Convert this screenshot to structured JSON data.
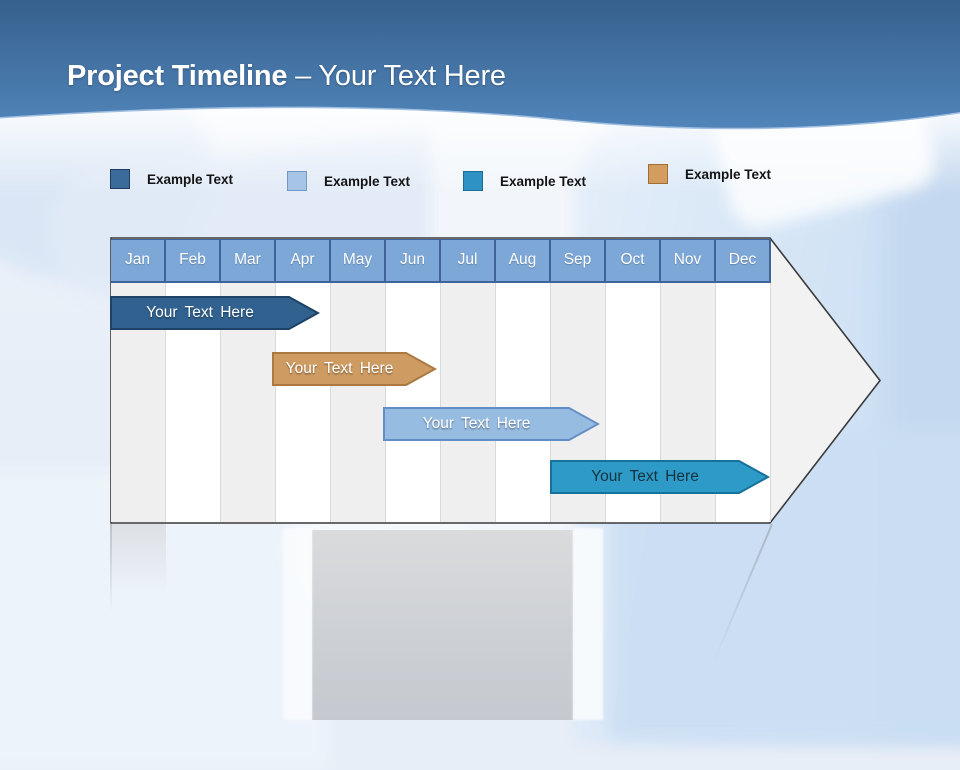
{
  "header": {
    "title_bold": "Project Timeline",
    "title_rest": "– Your Text Here"
  },
  "legend": {
    "items": [
      {
        "label": "Example Text",
        "color": "#3A6B9B",
        "border": "#1F3C5F"
      },
      {
        "label": "Example Text",
        "color": "#A6C5E6",
        "border": "#7498C4"
      },
      {
        "label": "Example Text",
        "color": "#2E93C4",
        "border": "#1C6C94"
      },
      {
        "label": "Example Text",
        "color": "#D39D60",
        "border": "#A06F38"
      }
    ]
  },
  "chart_data": {
    "type": "bar",
    "subtype": "gantt-timeline",
    "title": "Project Timeline – Your Text Here",
    "categories": [
      "Jan",
      "Feb",
      "Mar",
      "Apr",
      "May",
      "Jun",
      "Jul",
      "Aug",
      "Sep",
      "Oct",
      "Nov",
      "Dec"
    ],
    "axis_range_months": [
      0,
      12
    ],
    "grid": "alternating-month-columns",
    "column_fill_odd": "#EFEFEF",
    "column_fill_even": "#FFFFFF",
    "header_fill": "#7CA7D6",
    "header_text_color": "#FFFFFF",
    "arrow_fill": "#F2F2F2",
    "arrow_outline": "#3A3A3A",
    "bars": [
      {
        "label": "Your Text Here",
        "start_month": 0.0,
        "end_month": 3.82,
        "fill": "#30618F",
        "border": "#1D4265",
        "text_color": "#FFFFFF"
      },
      {
        "label": "Your Text Here",
        "start_month": 2.95,
        "end_month": 5.95,
        "fill": "#CE9B62",
        "border": "#AA7A42",
        "text_color": "#FFFFFF"
      },
      {
        "label": "Your Text Here",
        "start_month": 4.96,
        "end_month": 8.91,
        "fill": "#97BCE1",
        "border": "#6290C6",
        "text_color": "#FFFFFF"
      },
      {
        "label": "Your Text Here",
        "start_month": 8.0,
        "end_month": 12.0,
        "fill": "#2D9AC8",
        "border": "#16719B",
        "text_color": "#13333F"
      }
    ]
  },
  "colors": {
    "header_gradient_top": "#36608D",
    "header_gradient_bottom": "#5185BA",
    "wave_highlight": "#8FB4DC",
    "background_tint": "#E9EFF8"
  }
}
